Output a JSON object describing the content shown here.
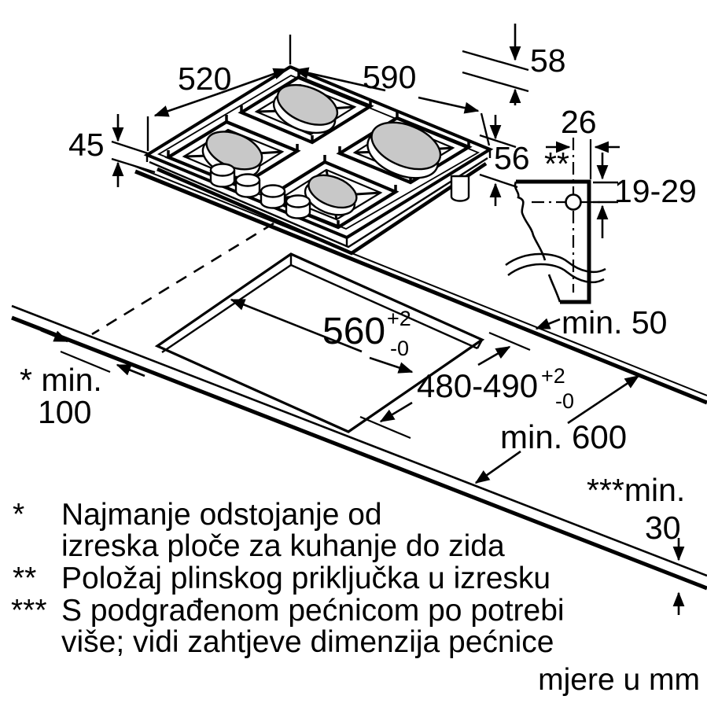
{
  "diagram": {
    "hob": {
      "width": "590",
      "depth": "520",
      "grate_height": "58",
      "body_height_left": "45",
      "body_height_right": "56"
    },
    "gas_connection": {
      "offset_width": "26",
      "marker": "**",
      "offset_depth": "19-29",
      "min_rear_clearance": "min. 50"
    },
    "cutout": {
      "width": "560",
      "width_tol_plus": "+2",
      "width_tol_minus": "-0",
      "depth": "480-490",
      "depth_tol_plus": "+2",
      "depth_tol_minus": "-0",
      "min_side_label": "* min.",
      "min_side_value": "100",
      "min_worktop_depth": "min. 600",
      "min_front_label": "***min.",
      "min_front_value": "30"
    },
    "units_note": "mjere u mm"
  },
  "footnotes": [
    {
      "marker": "*",
      "lines": [
        "Najmanje odstojanje od",
        "izreska ploče za kuhanje do zida"
      ]
    },
    {
      "marker": "**",
      "lines": [
        "Položaj plinskog priključka u izresku"
      ]
    },
    {
      "marker": "***",
      "lines": [
        "S podgrađenom pećnicom po potrebi",
        "više; vidi zahtjeve dimenzija pećnice"
      ]
    }
  ]
}
